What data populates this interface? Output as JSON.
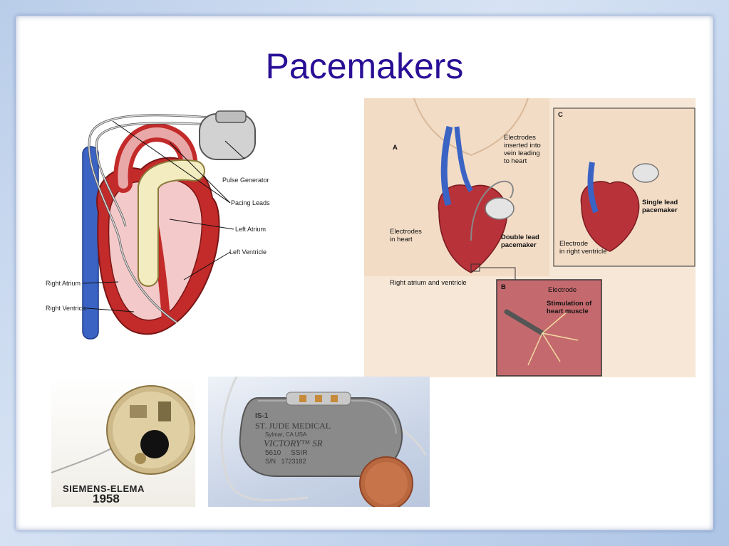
{
  "slide": {
    "title": "Pacemakers"
  },
  "heart_diagram": {
    "labels": {
      "pulse_generator": "Pulse Generator",
      "pacing_leads": "Pacing Leads",
      "left_atrium": "Left Atrium",
      "left_ventricle": "Left Ventricle",
      "right_atrium": "Right Atrium",
      "right_ventricle": "Right Ventricle"
    }
  },
  "medical_illustration": {
    "panel_a": "A",
    "panel_b": "B",
    "panel_c": "C",
    "electrodes_vein_1": "Electrodes",
    "electrodes_vein_2": "inserted into",
    "electrodes_vein_3": "vein leading",
    "electrodes_vein_4": "to heart",
    "electrodes_heart_1": "Electrodes",
    "electrodes_heart_2": "in heart",
    "double_lead_1": "Double lead",
    "double_lead_2": "pacemaker",
    "right_atrium_ventricle": "Right atrium and ventricle",
    "single_lead_1": "Single lead",
    "single_lead_2": "pacemaker",
    "electrode_rv_1": "Electrode",
    "electrode_rv_2": "in right ventricle",
    "electrode_b": "Electrode",
    "stimulation_1": "Stimulation of",
    "stimulation_2": "heart muscle"
  },
  "photo_siemens": {
    "caption_1": "SIEMENS-ELEMA",
    "caption_2": "1958"
  },
  "photo_stjude": {
    "line1": "IS-1",
    "line2": "ST. JUDE MEDICAL",
    "line3": "Sylmar, CA USA",
    "line4": "VICTORY™ SR",
    "line5": "5610     SSIR",
    "line6": "S/N   1723182"
  },
  "colors": {
    "title": "#2a0f96",
    "frame": "#b9cde9",
    "heart_red": "#c32a2a",
    "heart_pink": "#f4c9c9",
    "vein_blue": "#3a63c4"
  }
}
